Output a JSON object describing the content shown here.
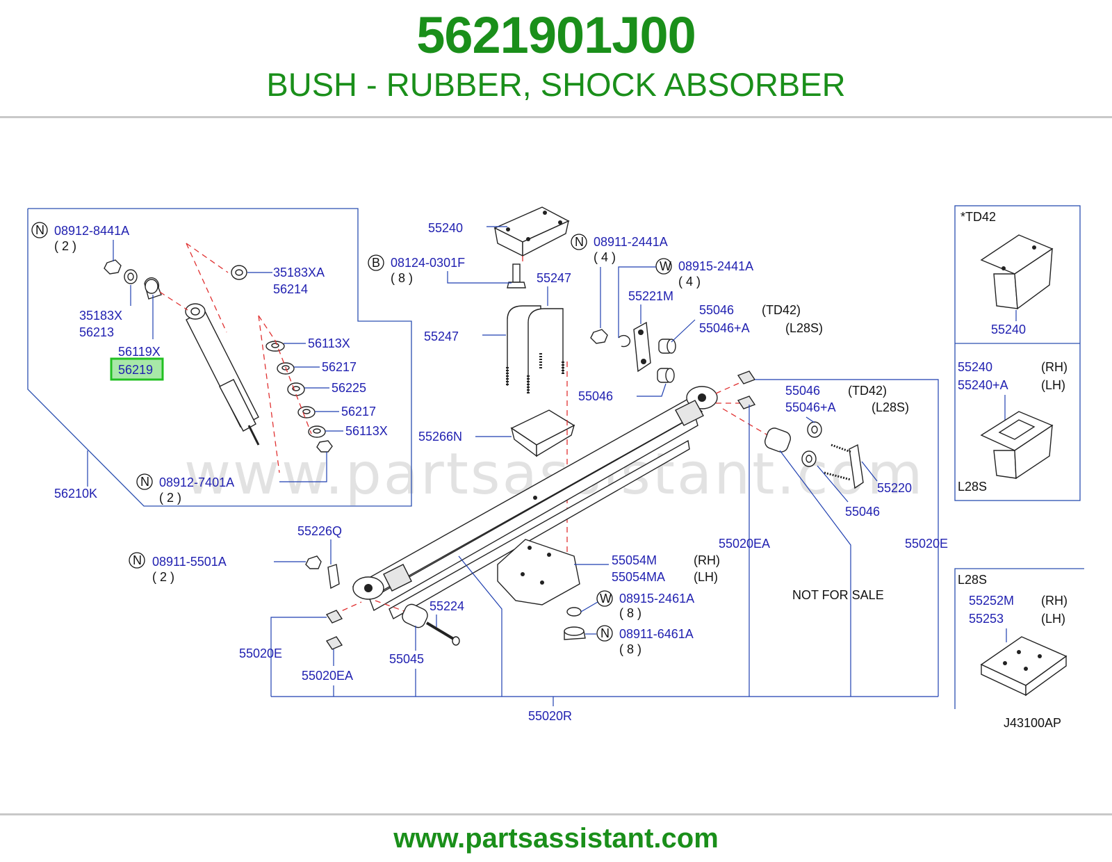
{
  "header": {
    "part_number": "5621901J00",
    "description": "BUSH - RUBBER, SHOCK ABSORBER"
  },
  "footer": {
    "url": "www.partsassistant.com"
  },
  "watermark": "www.partsassistant.com",
  "colors": {
    "brand_green": "#1a8f1a",
    "label_blue": "#1f1fb0",
    "highlight": "#22c022"
  },
  "diagram_code": "J43100AP",
  "not_for_sale": "NOT  FOR  SALE",
  "labels": {
    "n_08912_8441a": "08912-8441A",
    "n_08912_8441a_qty": "( 2 )",
    "p_35183xa": "35183XA",
    "p_56214": "56214",
    "p_35183x": "35183X",
    "p_56213": "56213",
    "p_56119x": "56119X",
    "p_56219": "56219",
    "p_56113x_1": "56113X",
    "p_56217_1": "56217",
    "p_56225": "56225",
    "p_56217_2": "56217",
    "p_56113x_2": "56113X",
    "n_08912_7401a": "08912-7401A",
    "n_08912_7401a_qty": "( 2 )",
    "p_56210k": "56210K",
    "p_55240_top": "55240",
    "b_08124_0301f": "08124-0301F",
    "b_08124_0301f_qty": "( 8 )",
    "p_55247_1": "55247",
    "p_55247_2": "55247",
    "n_08911_2441a": "08911-2441A",
    "n_08911_2441a_qty": "( 4 )",
    "w_08915_2441a": "08915-2441A",
    "w_08915_2441a_qty": "( 4 )",
    "p_55221m": "55221M",
    "p_55046_a": "55046",
    "p_55046_a_note": "(TD42)",
    "p_55046a_a": "55046+A",
    "p_55046a_a_note": "(L28S)",
    "p_55046_b": "55046",
    "p_55266n": "55266N",
    "p_55046_c": "55046",
    "p_55046_c_note": "(TD42)",
    "p_55046a_c": "55046+A",
    "p_55046a_c_note": "(L28S)",
    "p_55220": "55220",
    "p_55046_d": "55046",
    "p_55020ea_r": "55020EA",
    "p_55020e_r": "55020E",
    "p_55226q": "55226Q",
    "n_08911_5501a": "08911-5501A",
    "n_08911_5501a_qty": "( 2 )",
    "p_55054m": "55054M",
    "p_55054m_note": "(RH)",
    "p_55054ma": "55054MA",
    "p_55054ma_note": "(LH)",
    "w_08915_2461a": "08915-2461A",
    "w_08915_2461a_qty": "( 8 )",
    "n_08911_6461a": "08911-6461A",
    "n_08911_6461a_qty": "( 8 )",
    "p_55224": "55224",
    "p_55045": "55045",
    "p_55020e_l": "55020E",
    "p_55020ea_l": "55020EA",
    "p_55020r": "55020R",
    "inset1_title": "*TD42",
    "inset1_part": "55240",
    "inset2_p1": "55240",
    "inset2_p1_note": "(RH)",
    "inset2_p2": "55240+A",
    "inset2_p2_note": "(LH)",
    "inset2_variant": "L28S",
    "inset3_title": "L28S",
    "inset3_p1": "55252M",
    "inset3_p1_note": "(RH)",
    "inset3_p2": "55253",
    "inset3_p2_note": "(LH)",
    "letter_n": "N",
    "letter_b": "B",
    "letter_w": "W"
  }
}
